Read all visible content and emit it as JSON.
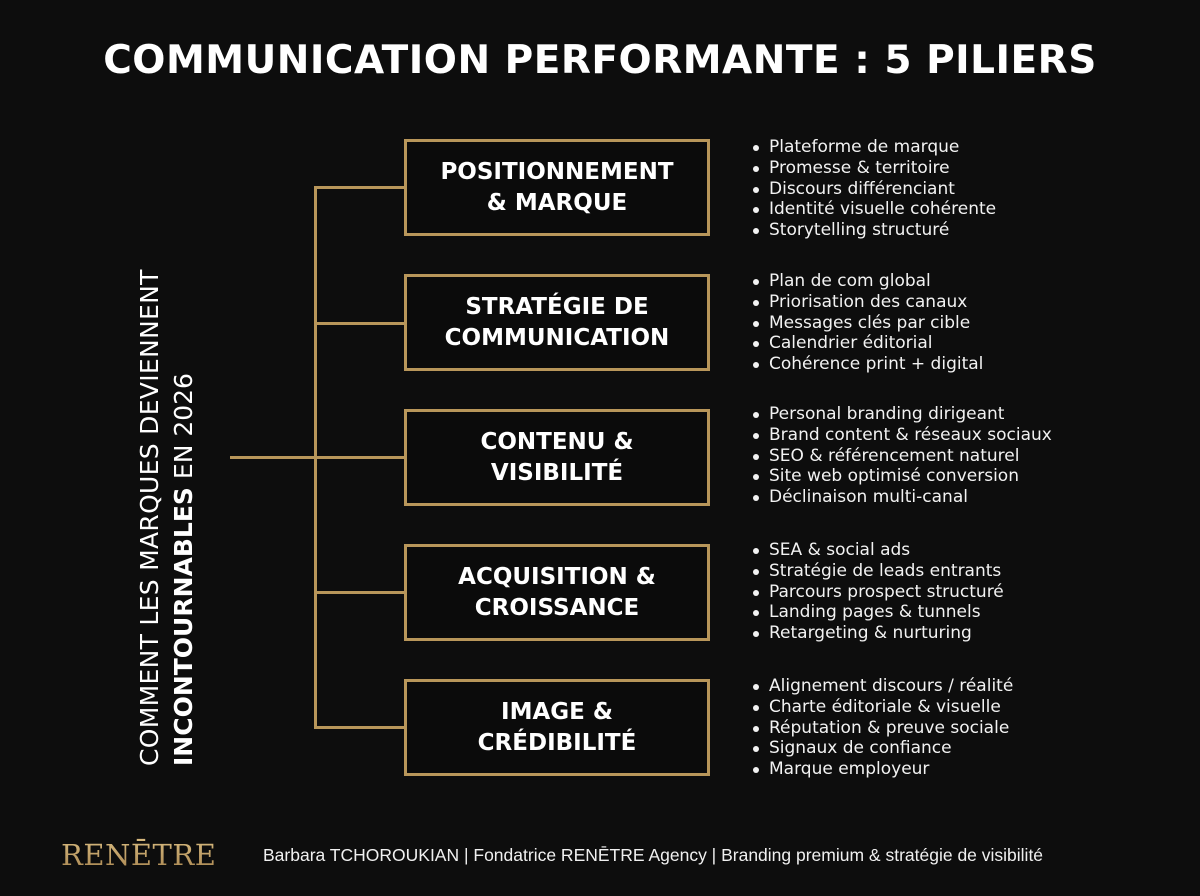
{
  "title": "COMMUNICATION PERFORMANTE : 5 PILIERS",
  "side_label": {
    "line1": "COMMENT LES MARQUES DEVIENNENT",
    "line2_bold": "INCONTOURNABLES",
    "line2_rest": " EN 2026"
  },
  "colors": {
    "background": "#0d0d0d",
    "accent_gold": "#b8965a",
    "text": "#ffffff"
  },
  "pillars": [
    {
      "line1": "POSITIONNEMENT",
      "line2": "& MARQUE",
      "items": [
        "Plateforme de marque",
        "Promesse & territoire",
        "Discours différenciant",
        "Identité visuelle cohérente",
        "Storytelling structuré"
      ]
    },
    {
      "line1": "STRATÉGIE DE",
      "line2": "COMMUNICATION",
      "items": [
        "Plan de com global",
        "Priorisation des canaux",
        "Messages clés par cible",
        "Calendrier éditorial",
        "Cohérence print + digital"
      ]
    },
    {
      "line1": "CONTENU &",
      "line2": "VISIBILITÉ",
      "items": [
        "Personal branding dirigeant",
        "Brand content & réseaux sociaux",
        "SEO & référencement naturel",
        "Site web optimisé conversion",
        "Déclinaison multi-canal"
      ]
    },
    {
      "line1": "ACQUISITION &",
      "line2": "CROISSANCE",
      "items": [
        "SEA & social ads",
        "Stratégie de leads entrants",
        "Parcours prospect structuré",
        "Landing pages & tunnels",
        "Retargeting & nurturing"
      ]
    },
    {
      "line1": "IMAGE &",
      "line2": "CRÉDIBILITÉ",
      "items": [
        "Alignement discours / réalité",
        "Charte éditoriale & visuelle",
        "Réputation & preuve sociale",
        "Signaux de confiance",
        "Marque employeur"
      ]
    }
  ],
  "footer": {
    "logo": "RENĒTRE",
    "credit": "Barbara TCHOROUKIAN | Fondatrice RENĒTRE Agency | Branding premium & stratégie de visibilité"
  }
}
